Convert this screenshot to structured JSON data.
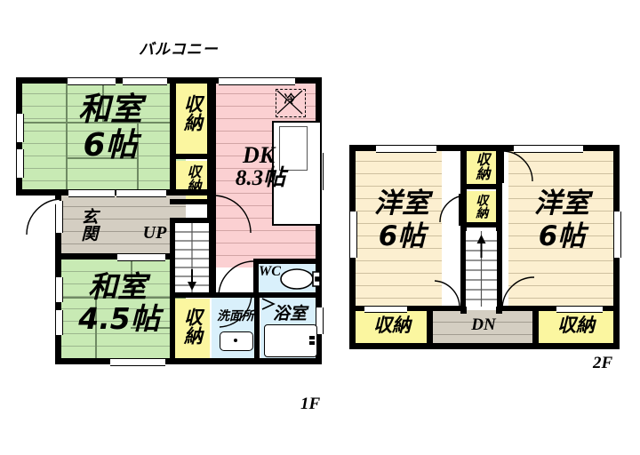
{
  "title_labels": {
    "balcony": "バルコニー",
    "floor1": "1F",
    "floor2": "2F"
  },
  "floor1": {
    "rooms": [
      {
        "id": "washitsu-6",
        "name": "和室",
        "size": "6帖",
        "type": "japanese-room",
        "color": "#c8eab4"
      },
      {
        "id": "washitsu-45",
        "name": "和室",
        "size": "4.5帖",
        "type": "japanese-room",
        "color": "#c8eab4"
      },
      {
        "id": "dk",
        "name": "DK",
        "size": "8.3帖",
        "type": "dining-kitchen",
        "color": "#fbd0d2"
      },
      {
        "id": "genkan",
        "name": "玄関",
        "size": "",
        "type": "entrance",
        "color": "#d4cec2"
      },
      {
        "id": "wc",
        "name": "WC",
        "size": "",
        "type": "toilet",
        "color": "#d9f0fb"
      },
      {
        "id": "senmenjo",
        "name": "洗面所",
        "size": "",
        "type": "washroom",
        "color": "#d9f0fb"
      },
      {
        "id": "yokushitsu",
        "name": "浴室",
        "size": "",
        "type": "bathroom",
        "color": "#d9f0fb"
      }
    ],
    "closets": [
      {
        "id": "closet-1f-a",
        "label": "収納"
      },
      {
        "id": "closet-1f-b",
        "label": "収納"
      },
      {
        "id": "closet-1f-c",
        "label": "収納"
      }
    ],
    "stairs": {
      "label": "UP",
      "direction": "up"
    },
    "appliance": {
      "label": "冷",
      "meaning": "refrigerator"
    }
  },
  "floor2": {
    "rooms": [
      {
        "id": "yoshitsu-left",
        "name": "洋室",
        "size": "6帖",
        "type": "western-room",
        "color": "#fcefd0"
      },
      {
        "id": "yoshitsu-right",
        "name": "洋室",
        "size": "6帖",
        "type": "western-room",
        "color": "#fcefd0"
      }
    ],
    "closets": [
      {
        "id": "closet-2f-top",
        "label": "収納"
      },
      {
        "id": "closet-2f-mid",
        "label": "収納"
      },
      {
        "id": "closet-2f-left",
        "label": "収納"
      },
      {
        "id": "closet-2f-right",
        "label": "収納"
      }
    ],
    "stairs": {
      "label": "DN",
      "direction": "down"
    }
  },
  "colors": {
    "wall": "#000000",
    "japanese_room": "#c8eab4",
    "dining_kitchen": "#fbd0d2",
    "western_room": "#fcefd0",
    "closet": "#fbf6a0",
    "water_area": "#d9f0fb",
    "corridor": "#d4cec2"
  }
}
